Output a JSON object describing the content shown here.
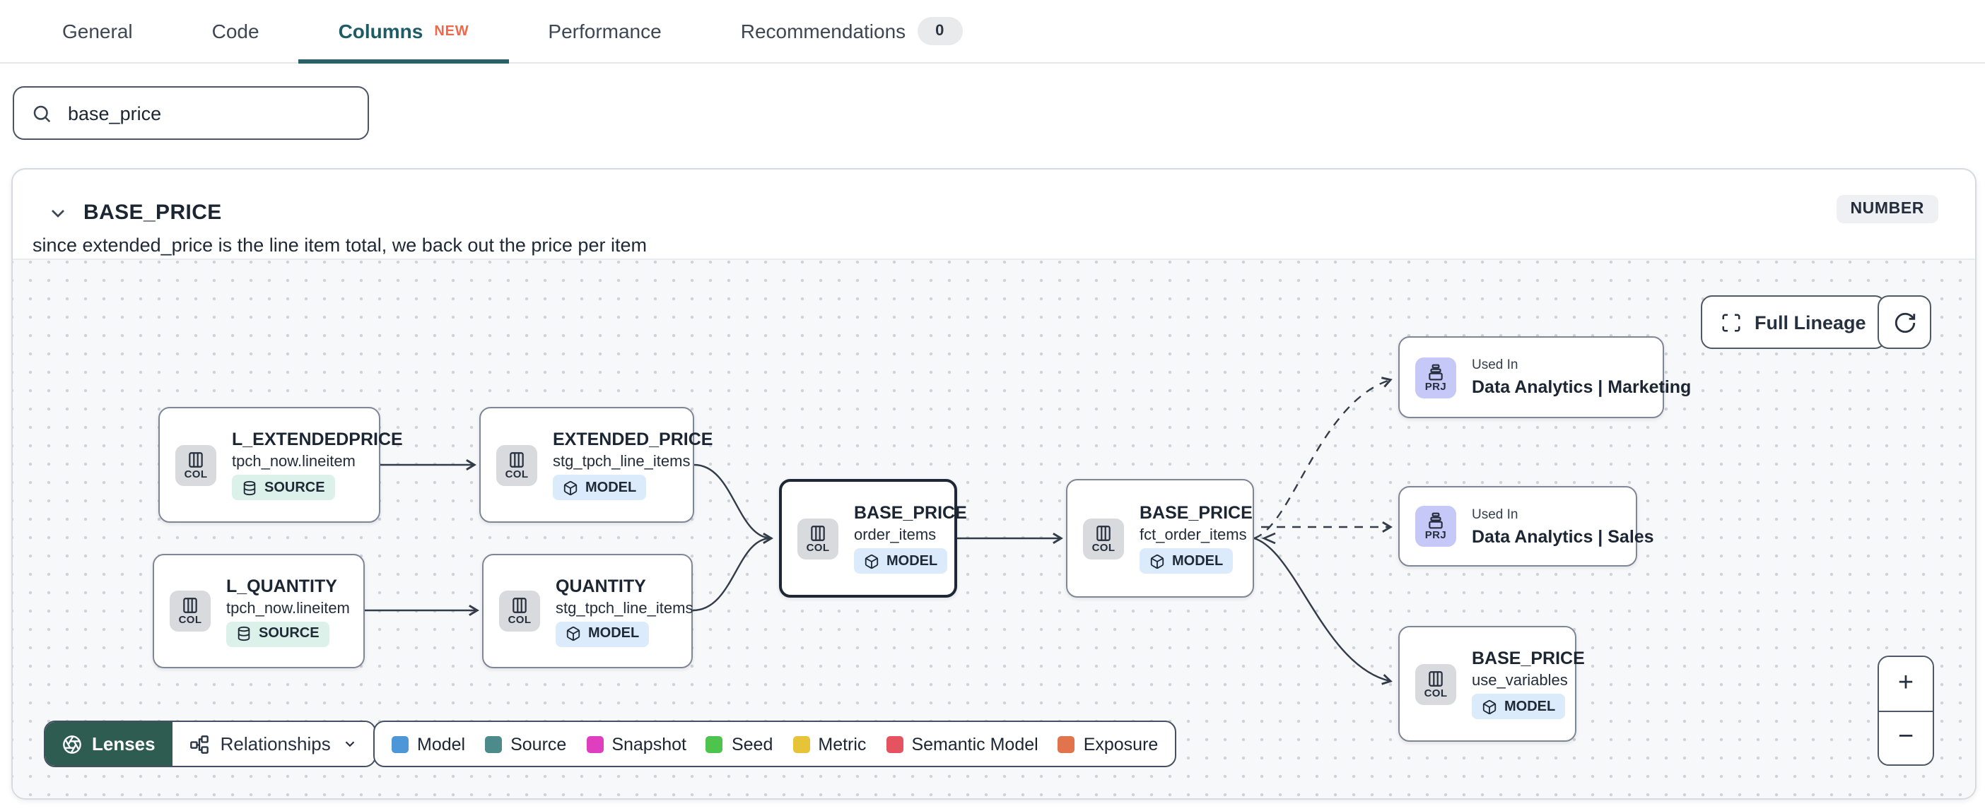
{
  "tabs": {
    "items": [
      {
        "label": "General"
      },
      {
        "label": "Code"
      },
      {
        "label": "Columns",
        "badge": "NEW"
      },
      {
        "label": "Performance"
      },
      {
        "label": "Recommendations",
        "count": "0"
      }
    ]
  },
  "search": {
    "value": "base_price"
  },
  "column_panel": {
    "title": "BASE_PRICE",
    "type": "NUMBER",
    "description": "since extended_price is the line item total, we back out the price per item"
  },
  "lineage": {
    "buttons": {
      "full_lineage": "Full Lineage",
      "zoom_in": "+",
      "zoom_out": "−",
      "lenses": "Lenses",
      "relationships": "Relationships"
    },
    "nodes": [
      {
        "chip": "COL",
        "title": "L_EXTENDEDPRICE",
        "subtitle": "tpch_now.lineitem",
        "badge": "SOURCE"
      },
      {
        "chip": "COL",
        "title": "EXTENDED_PRICE",
        "subtitle": "stg_tpch_line_items",
        "badge": "MODEL"
      },
      {
        "chip": "COL",
        "title": "L_QUANTITY",
        "subtitle": "tpch_now.lineitem",
        "badge": "SOURCE"
      },
      {
        "chip": "COL",
        "title": "QUANTITY",
        "subtitle": "stg_tpch_line_items",
        "badge": "MODEL"
      },
      {
        "chip": "COL",
        "title": "BASE_PRICE",
        "subtitle": "order_items",
        "badge": "MODEL",
        "selected": true
      },
      {
        "chip": "COL",
        "title": "BASE_PRICE",
        "subtitle": "fct_order_items",
        "badge": "MODEL"
      },
      {
        "chip": "PRJ",
        "label": "Used In",
        "title": "Data Analytics | Marketing"
      },
      {
        "chip": "PRJ",
        "label": "Used In",
        "title": "Data Analytics | Sales"
      },
      {
        "chip": "COL",
        "title": "BASE_PRICE",
        "subtitle": "use_variables",
        "badge": "MODEL"
      }
    ],
    "legend": [
      {
        "label": "Model",
        "color": "#4d96d8",
        "swatch": "background:#4d96d8"
      },
      {
        "label": "Source",
        "color": "#4d8b8b",
        "swatch": "background:#4d8b8b"
      },
      {
        "label": "Snapshot",
        "color": "#df3fbe",
        "swatch": "background:#df3fbe"
      },
      {
        "label": "Seed",
        "color": "#4ec44e",
        "swatch": "background:#4ec44e"
      },
      {
        "label": "Metric",
        "color": "#e7c437",
        "swatch": "background:#e7c437"
      },
      {
        "label": "Semantic Model",
        "color": "#e4535f",
        "swatch": "background:#e4535f"
      },
      {
        "label": "Exposure",
        "color": "#e2744d",
        "swatch": "background:#e2744d"
      }
    ]
  }
}
